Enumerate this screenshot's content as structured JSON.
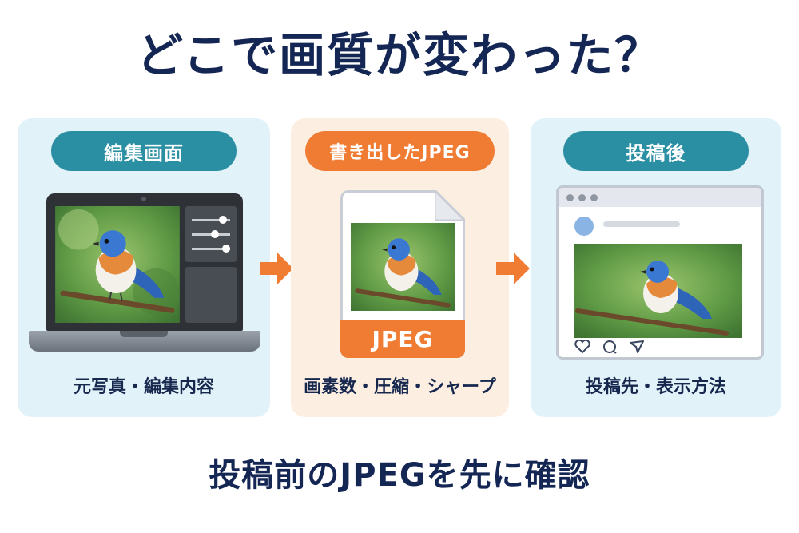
{
  "title": "どこで画質が変わった？",
  "panels": {
    "edit": {
      "pill": "編集画面",
      "caption": "元写真・編集内容"
    },
    "export": {
      "pill": "書き出したJPEG",
      "caption": "画素数・圧縮・シャープ",
      "file_label": "JPEG"
    },
    "post": {
      "pill": "投稿後",
      "caption": "投稿先・表示方法"
    }
  },
  "footer": "投稿前のJPEGを先に確認",
  "icons": {
    "arrow": "arrow-right-icon",
    "laptop": "laptop-icon",
    "file": "jpeg-file-icon",
    "browser": "browser-window-icon",
    "like": "heart-icon",
    "comment": "comment-icon",
    "share": "send-icon"
  },
  "colors": {
    "navy": "#142653",
    "teal": "#2b8fa3",
    "orange": "#f07c34",
    "panel_blue": "#e2f2f9",
    "panel_peach": "#fcefe2"
  }
}
